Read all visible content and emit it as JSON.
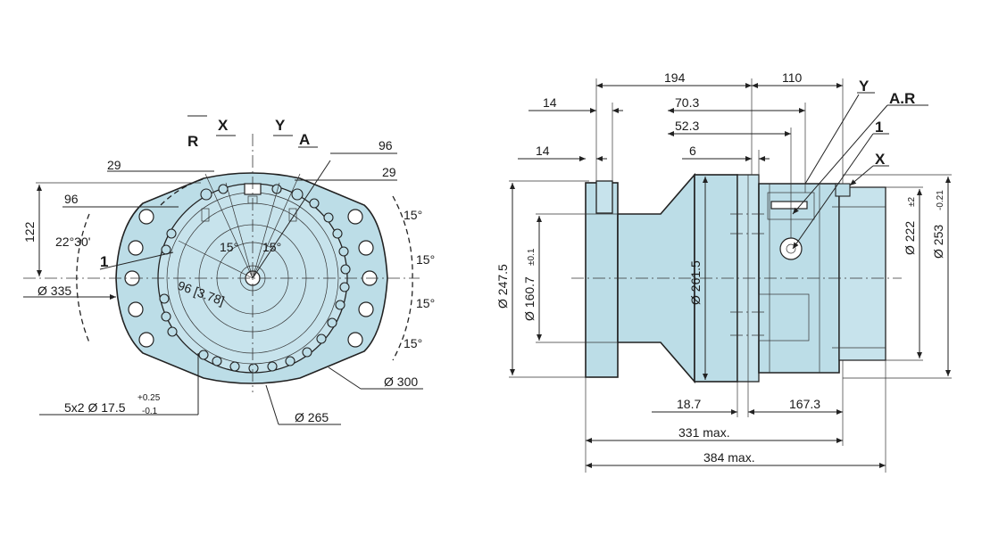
{
  "front_view": {
    "port_labels": {
      "r": "R",
      "x": "X",
      "y": "Y",
      "a": "A",
      "one": "1"
    },
    "dimensions": {
      "d29_top": "29",
      "d96_right": "96",
      "d29_right": "29",
      "d96_left": "96",
      "d122": "122",
      "angle_22_30": "22°30'",
      "d335": "Ø 335",
      "angle_15_inner_left": "15°",
      "angle_15_inner_right": "15°",
      "d96_inch": "96 [3.78]",
      "angle_15_r1": "15°",
      "angle_15_r2": "15°",
      "angle_15_r3": "15°",
      "angle_15_r4": "15°",
      "d300": "Ø 300",
      "d265": "Ø 265",
      "holes_main": "5x2 Ø 17.5",
      "holes_tol_upper": "+0.25",
      "holes_tol_lower": "-0.1"
    }
  },
  "side_view": {
    "port_labels": {
      "y": "Y",
      "ar": "A.R",
      "one": "1",
      "x": "X"
    },
    "dimensions": {
      "d194": "194",
      "d110": "110",
      "d14_top": "14",
      "d70_3": "70.3",
      "d52_3": "52.3",
      "d14_mid": "14",
      "d6": "6",
      "d247_5": "Ø 247.5",
      "d160_7": "Ø 160.7",
      "d160_7_tol": "±0.1",
      "d261_5": "Ø 261.5",
      "d222": "Ø 222",
      "d222_tol": "±2",
      "d253": "Ø 253",
      "d253_tol": "-0.21",
      "d18_7": "18.7",
      "d167_3": "167.3",
      "d331": "331 max.",
      "d384": "384 max."
    }
  }
}
